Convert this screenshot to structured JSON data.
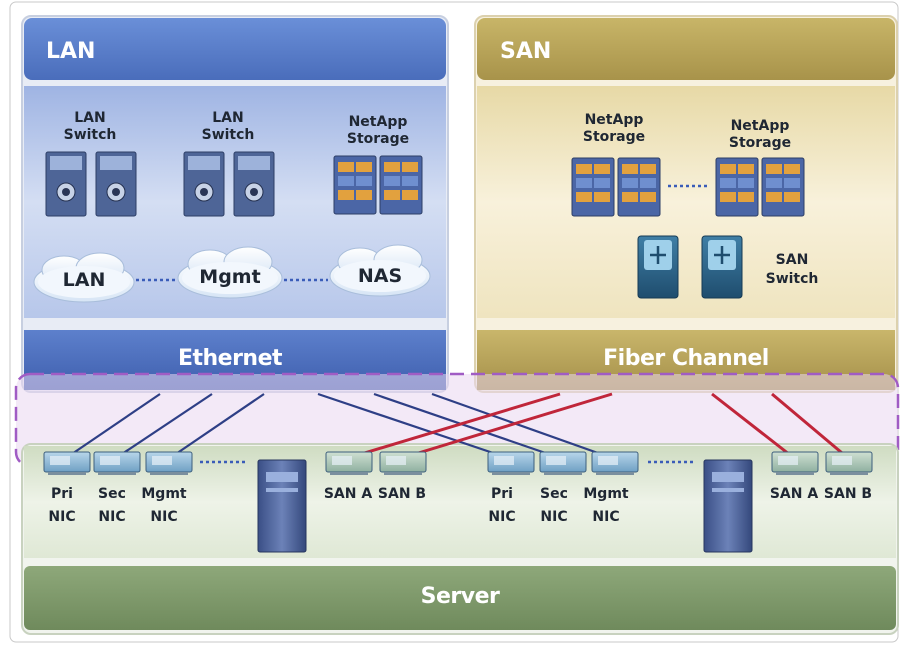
{
  "lan": {
    "title": "LAN",
    "switch1": [
      "LAN",
      "Switch"
    ],
    "switch2": [
      "LAN",
      "Switch"
    ],
    "storage": [
      "NetApp",
      "Storage"
    ],
    "clouds": [
      "LAN",
      "Mgmt",
      "NAS"
    ],
    "band": "Ethernet"
  },
  "san": {
    "title": "SAN",
    "storage1": [
      "NetApp",
      "Storage"
    ],
    "storage2": [
      "NetApp",
      "Storage"
    ],
    "switch": [
      "SAN",
      "Switch"
    ],
    "band": "Fiber Channel"
  },
  "server": {
    "band": "Server",
    "group1": [
      {
        "l1": "Pri",
        "l2": "NIC"
      },
      {
        "l1": "Sec",
        "l2": "NIC"
      },
      {
        "l1": "Mgmt",
        "l2": "NIC"
      }
    ],
    "san_group1": [
      "SAN A",
      "SAN B"
    ],
    "group2": [
      {
        "l1": "Pri",
        "l2": "NIC"
      },
      {
        "l1": "Sec",
        "l2": "NIC"
      },
      {
        "l1": "Mgmt",
        "l2": "NIC"
      }
    ],
    "san_group2": [
      "SAN A",
      "SAN B"
    ]
  },
  "colors": {
    "lan_header": "#5b7fcb",
    "lan_body": "#b7c7ea",
    "san_header": "#b9a457",
    "san_body": "#f0e6c2",
    "server_band": "#7f9a69",
    "server_body": "#dfe8d5",
    "ethernet_link": "#2e3f86",
    "fc_link": "#c0263a",
    "dashed_zone": "#a05cc4"
  }
}
